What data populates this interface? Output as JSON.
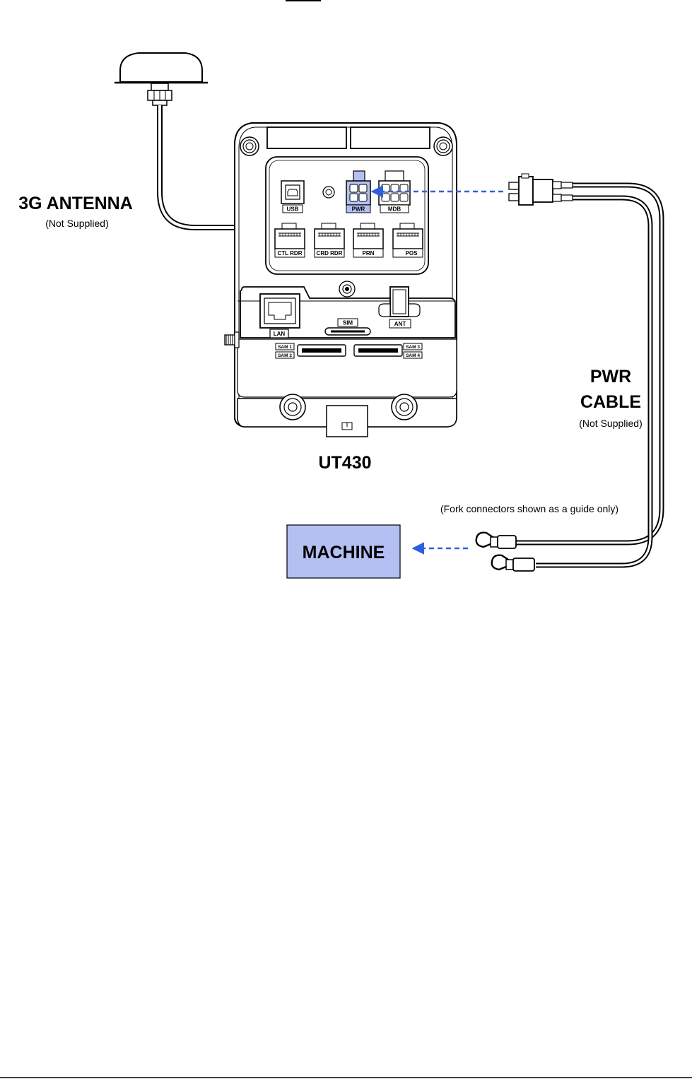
{
  "labels": {
    "antenna_title": "3G ANTENNA",
    "antenna_note": "(Not Supplied)",
    "cable_title_line1": "PWR",
    "cable_title_line2": "CABLE",
    "cable_note": "(Not Supplied)",
    "device_name": "UT430",
    "fork_note": "(Fork connectors shown as a guide only)",
    "machine": "MACHINE"
  },
  "ports": {
    "usb": "USB",
    "pwr": "PWR",
    "mdb": "MDB",
    "ctl_rdr": "CTL RDR",
    "crd_rdr": "CRD RDR",
    "prn": "PRN",
    "pos": "POS",
    "ant": "ANT",
    "sim": "SIM",
    "lan": "LAN",
    "sam1": "SAM 1",
    "sam2": "SAM 2",
    "sam3": "SAM 3",
    "sam4": "SAM 4"
  },
  "colors": {
    "highlight_fill": "#b4c0f2",
    "arrow": "#2f5fe0",
    "line": "#000000"
  }
}
